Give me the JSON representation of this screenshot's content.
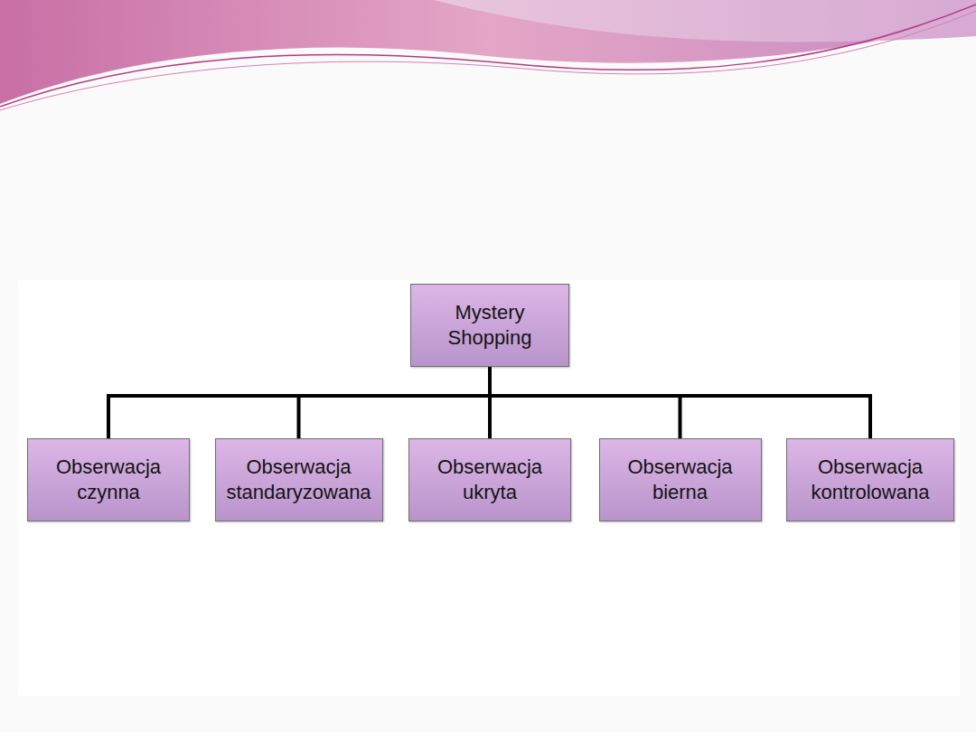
{
  "diagram": {
    "nodes": [
      {
        "text": [
          "Mystery Shopping"
        ]
      },
      {
        "text": [
          "Obserwacja czynna"
        ]
      },
      {
        "text": [
          "Obserwacja standaryzowana"
        ]
      },
      {
        "text": [
          "Obserwacja ukryta"
        ]
      },
      {
        "text": [
          "Obserwacja bierna"
        ]
      },
      {
        "text": [
          "Obserwacja kontrolowana"
        ]
      }
    ],
    "edges": [
      {
        "from": 0,
        "to": 1,
        "arrow": "none"
      },
      {
        "from": 0,
        "to": 2,
        "arrow": "none"
      },
      {
        "from": 0,
        "to": 3,
        "arrow": "none"
      },
      {
        "from": 0,
        "to": 4,
        "arrow": "none"
      },
      {
        "from": 0,
        "to": 5,
        "arrow": "none"
      }
    ]
  }
}
